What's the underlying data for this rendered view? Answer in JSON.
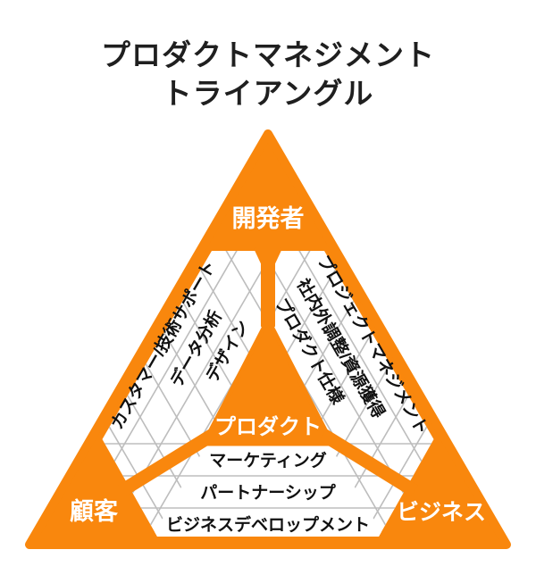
{
  "title": {
    "line1": "プロダクトマネジメント",
    "line2": "トライアングル"
  },
  "triangle": {
    "vertices": {
      "top": "開発者",
      "bottom_left": "顧客",
      "bottom_right": "ビジネス"
    },
    "center": "プロダクト",
    "left_side_items": [
      "カスタマー/技術サポート",
      "データ分析",
      "デザイン"
    ],
    "right_side_items": [
      "プロジェクトマネジメント",
      "社内外調整/資源獲得",
      "プロダクト仕様"
    ],
    "bottom_side_items": [
      "マーケティング",
      "パートナーシップ",
      "ビジネスデベロップメント"
    ]
  },
  "colors": {
    "accent_orange": "#F9870D",
    "grid_gray": "#BDBDBD",
    "text_dark": "#1F1F1F",
    "text_on_orange": "#FFFFFF",
    "background": "#FFFFFF"
  }
}
